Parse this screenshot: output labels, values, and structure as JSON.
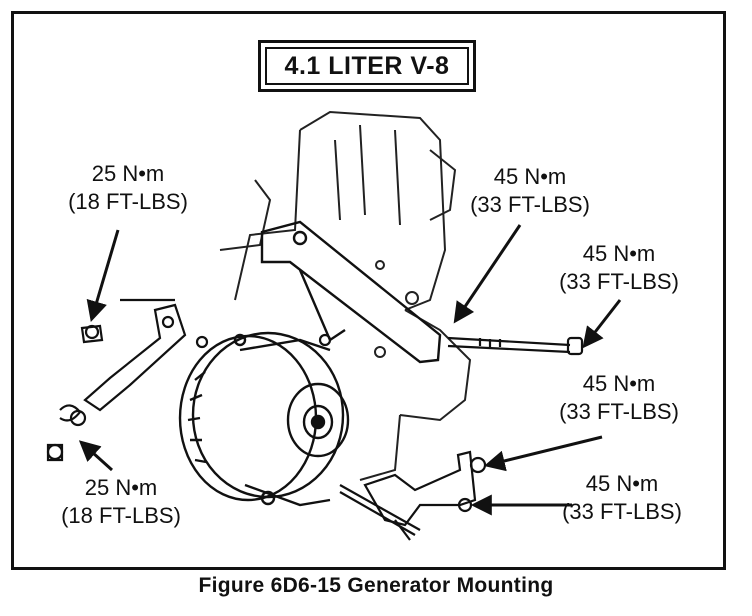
{
  "title": "4.1 LITER V-8",
  "callouts": [
    {
      "torque_metric": "25 N•m",
      "torque_imperial": "(18 FT-LBS)"
    },
    {
      "torque_metric": "45 N•m",
      "torque_imperial": "(33 FT-LBS)"
    },
    {
      "torque_metric": "45 N•m",
      "torque_imperial": "(33 FT-LBS)"
    },
    {
      "torque_metric": "45 N•m",
      "torque_imperial": "(33 FT-LBS)"
    },
    {
      "torque_metric": "25 N•m",
      "torque_imperial": "(18 FT-LBS)"
    },
    {
      "torque_metric": "45 N•m",
      "torque_imperial": "(33 FT-LBS)"
    }
  ],
  "caption": "Figure 6D6-15 Generator Mounting"
}
